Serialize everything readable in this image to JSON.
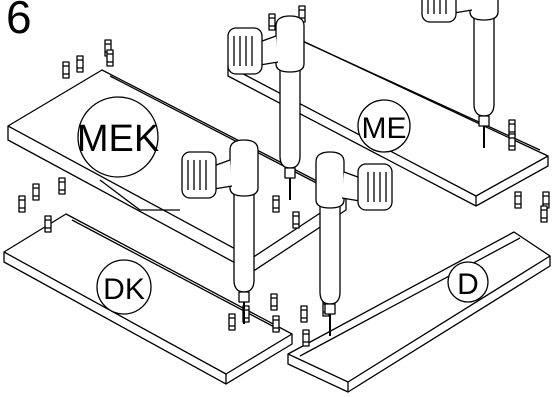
{
  "step": {
    "number": "6"
  },
  "panels": [
    {
      "id": "mek",
      "label": "MEK"
    },
    {
      "id": "me",
      "label": "ME"
    },
    {
      "id": "dk",
      "label": "DK"
    },
    {
      "id": "d",
      "label": "D"
    }
  ],
  "drill_count": 4,
  "icons": [
    "drill-icon",
    "dowel-icon",
    "panel-board"
  ],
  "colors": {
    "line": "#000000",
    "fill": "#ffffff",
    "background": "#ffffff"
  }
}
